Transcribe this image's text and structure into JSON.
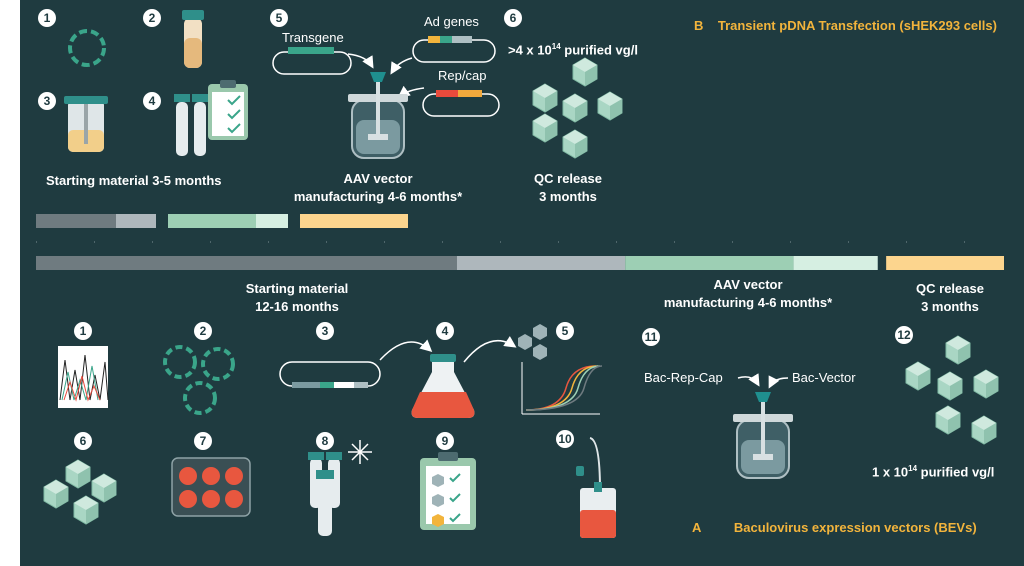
{
  "colors": {
    "background": "#1f3b40",
    "accent": "#f2b43c",
    "gray_dark": "#6f7b80",
    "gray_light": "#aeb7bc",
    "green_dark": "#9dcfb4",
    "green_light": "#d6efe2",
    "yellow": "#fcd58e",
    "hex_fill": "#a9d6c4",
    "flask_red": "#e8573f"
  },
  "section_b": {
    "letter": "B",
    "title": "Transient pDNA Transfection (sHEK293 cells)",
    "steps": [
      "1",
      "2",
      "3",
      "4",
      "5",
      "6"
    ],
    "labels": {
      "transgene": "Transgene",
      "ad_genes": "Ad genes",
      "rep_cap": "Rep/cap",
      "yield_prefix": ">4 x 10",
      "yield_exp": "14",
      "yield_suffix": " purified vg/l"
    },
    "phases": {
      "starting": "Starting material 3-5 months",
      "mfg_line1": "AAV vector",
      "mfg_line2": "manufacturing 4-6 months*",
      "qc_line1": "QC release",
      "qc_line2": "3 months"
    }
  },
  "section_a": {
    "letter": "A",
    "title": "Baculovirus expression vectors (BEVs)",
    "steps": [
      "1",
      "2",
      "3",
      "4",
      "5",
      "6",
      "7",
      "8",
      "9",
      "10",
      "11",
      "12"
    ],
    "labels": {
      "bac_rep_cap": "Bac-Rep-Cap",
      "bac_vector": "Bac-Vector",
      "yield_prefix": "1 x 10",
      "yield_exp": "14",
      "yield_suffix": " purified vg/l"
    },
    "phases": {
      "starting_line1": "Starting material",
      "starting_line2": "12-16 months",
      "mfg_line1": "AAV vector",
      "mfg_line2": "manufacturing 4-6 months*",
      "qc_line1": "QC release",
      "qc_line2": "3 months"
    }
  },
  "timeline": {
    "b_bars": [
      {
        "start": 0,
        "end": 2,
        "color": "gray_dark"
      },
      {
        "start": 2,
        "end": 3,
        "color": "gray_light"
      },
      {
        "start": 3.3,
        "end": 5.5,
        "color": "green_dark"
      },
      {
        "start": 5.5,
        "end": 6.3,
        "color": "green_light"
      },
      {
        "start": 6.6,
        "end": 9.3,
        "color": "yellow"
      }
    ],
    "a_bars": [
      {
        "start": 0,
        "end": 10,
        "color": "gray_dark"
      },
      {
        "start": 10,
        "end": 14,
        "color": "gray_light"
      },
      {
        "start": 14,
        "end": 18,
        "color": "green_dark"
      },
      {
        "start": 18,
        "end": 20,
        "color": "green_light"
      },
      {
        "start": 20.2,
        "end": 23,
        "color": "yellow"
      }
    ]
  },
  "icons": {
    "plasmid": "plasmid-icon",
    "tube": "tube-icon",
    "clipboard": "clipboard-icon",
    "bioreactor": "bioreactor-icon",
    "capsid": "capsid-icon",
    "chromatogram": "chromatogram-icon",
    "flask": "flask-icon",
    "well_plate": "well-plate-icon",
    "snowflake": "snowflake-icon",
    "growth_curve": "growth-curve-icon",
    "bag": "culture-bag-icon"
  }
}
